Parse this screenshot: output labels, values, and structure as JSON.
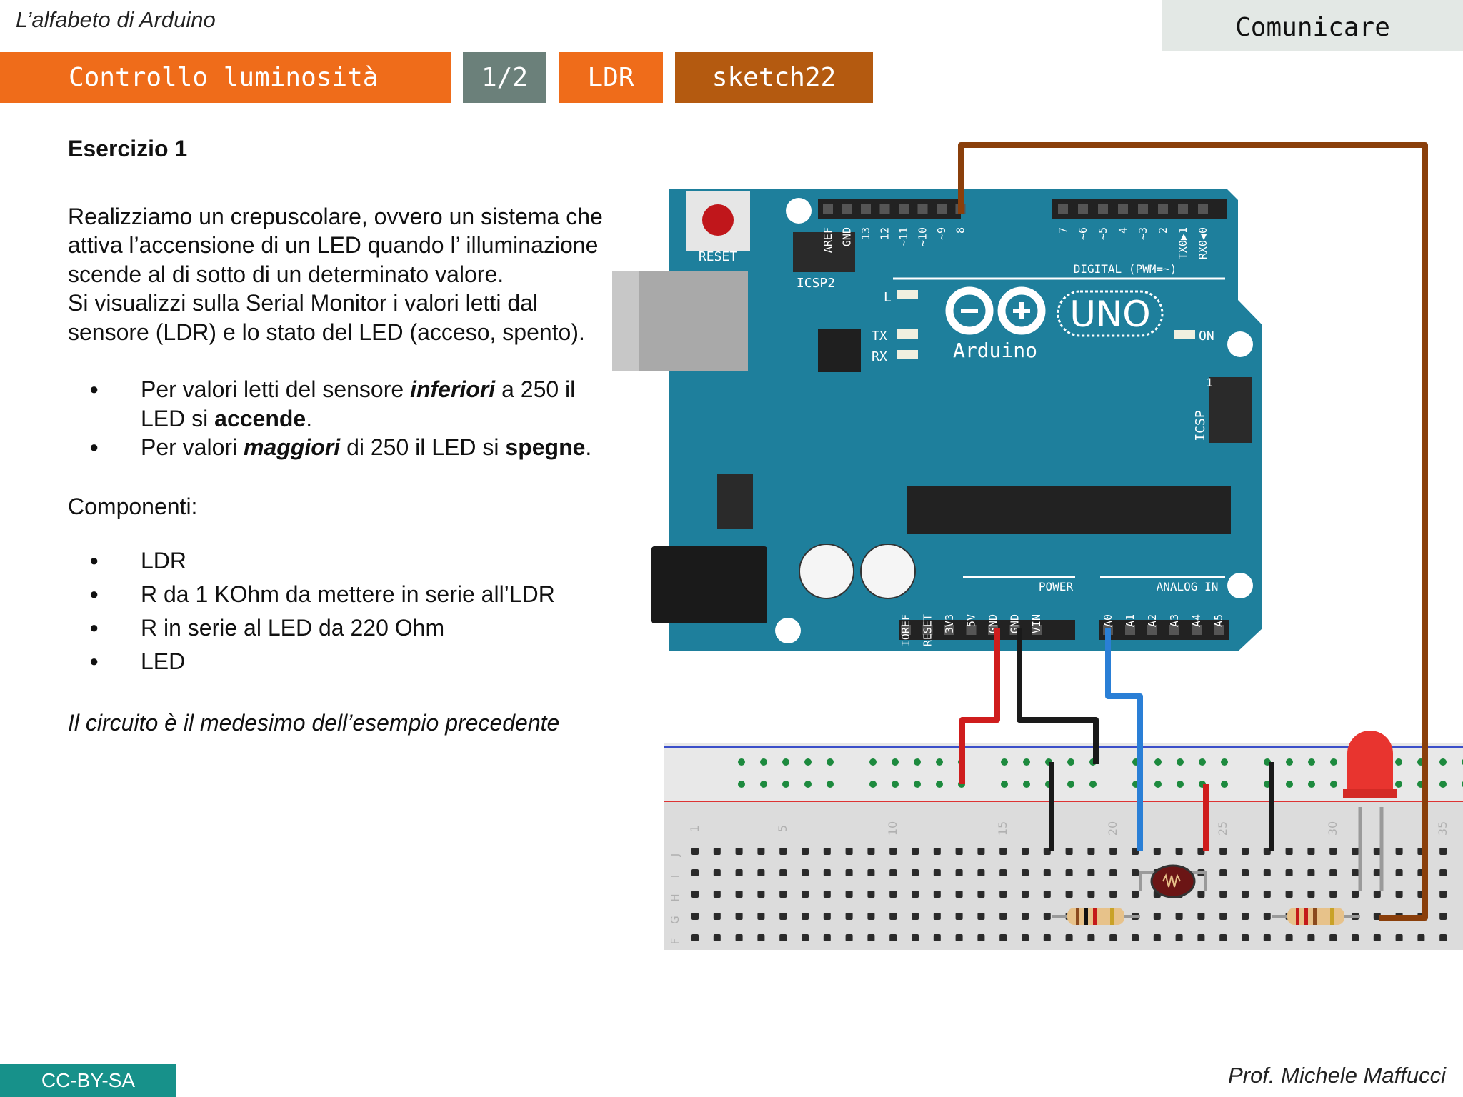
{
  "header": {
    "course_title": "L’alfabeto di Arduino",
    "section": "Comunicare",
    "tags": {
      "title": "Controllo luminosità",
      "page": "1/2",
      "topic": "LDR",
      "sketch": "sketch22"
    }
  },
  "content": {
    "exercise_title": "Esercizio 1",
    "description": "Realizziamo un crepuscolare, ovvero un sistema che attiva l’accensione di un LED quando l’ illuminazione scende al di sotto di un determinato valore.\nSi visualizzi sulla Serial Monitor i valori letti dal sensore (LDR) e lo stato del LED (acceso, spento).",
    "conditions": [
      {
        "before": "Per valori letti del sensore ",
        "em": "inferiori",
        "middle": " a 250 il LED si ",
        "strong": "accende",
        "after": "."
      },
      {
        "before": "Per valori ",
        "em": "maggiori",
        "middle": " di 250 il LED si ",
        "strong": "spegne",
        "after": "."
      }
    ],
    "components_label": "Componenti:",
    "components": [
      "LDR",
      "R da 1 KOhm da mettere in serie all’LDR",
      "R in serie al LED da 220 Ohm",
      "LED"
    ],
    "circuit_note": "Il circuito è il medesimo dell’esempio precedente"
  },
  "diagram": {
    "board_brand": "Arduino",
    "board_model": "UNO",
    "reset_label": "RESET",
    "icsp2_label": "ICSP2",
    "icsp_label": "ICSP",
    "icsp_pin": "1",
    "led_l": "L",
    "tx": "TX",
    "rx": "RX",
    "on": "ON",
    "digital_label": "DIGITAL (PWM=~)",
    "power_label": "POWER",
    "analog_label": "ANALOG IN",
    "digital_pins_left": [
      "AREF",
      "GND",
      "13",
      "12",
      "~11",
      "~10",
      "~9",
      "8"
    ],
    "digital_pins_right": [
      "7",
      "~6",
      "~5",
      "4",
      "~3",
      "2",
      "TX0▶1",
      "RX0◀0"
    ],
    "power_pins": [
      "IOREF",
      "RESET",
      "3V3",
      "5V",
      "GND",
      "GND",
      "VIN"
    ],
    "analog_pins": [
      "A0",
      "A1",
      "A2",
      "A3",
      "A4",
      "A5"
    ],
    "breadboard_col_numbers": [
      "1",
      "5",
      "10",
      "15",
      "20",
      "25",
      "30",
      "35"
    ],
    "breadboard_row_letters": [
      "J",
      "I",
      "H",
      "G",
      "F"
    ],
    "colors": {
      "board": "#1e7f9c",
      "wire_brown": "#8a3f0b",
      "wire_red": "#cf1d1d",
      "wire_black": "#1a1a1a",
      "wire_blue": "#2a7fd6",
      "led": "#e8342f"
    }
  },
  "footer": {
    "license": "CC-BY-SA",
    "author": "Prof. Michele Maffucci"
  }
}
